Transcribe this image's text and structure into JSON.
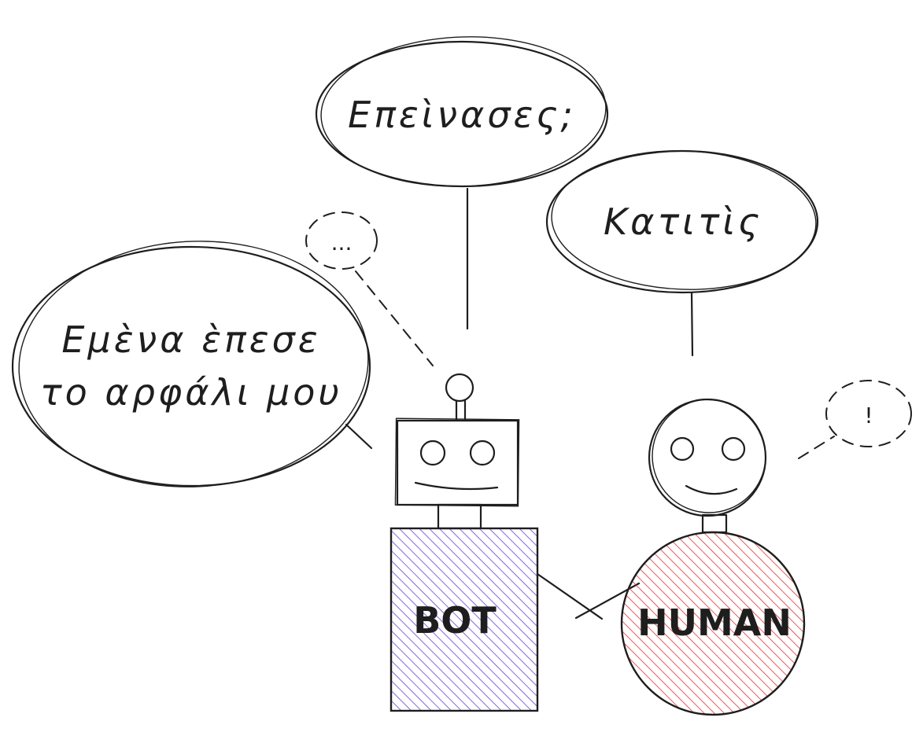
{
  "bubbles": {
    "top": "Επεὶνασες;",
    "right": "Κατιτὶς",
    "left_line1": "Εμὲνα ὲπεσε",
    "left_line2": "το αρφάλι μου",
    "thought_dots": "...",
    "exclaim": "!"
  },
  "labels": {
    "bot": "BOT",
    "human": "HUMAN"
  },
  "colors": {
    "bot_fill": "#6741d9",
    "human_fill": "#e03131",
    "stroke": "#1e1e1e"
  }
}
